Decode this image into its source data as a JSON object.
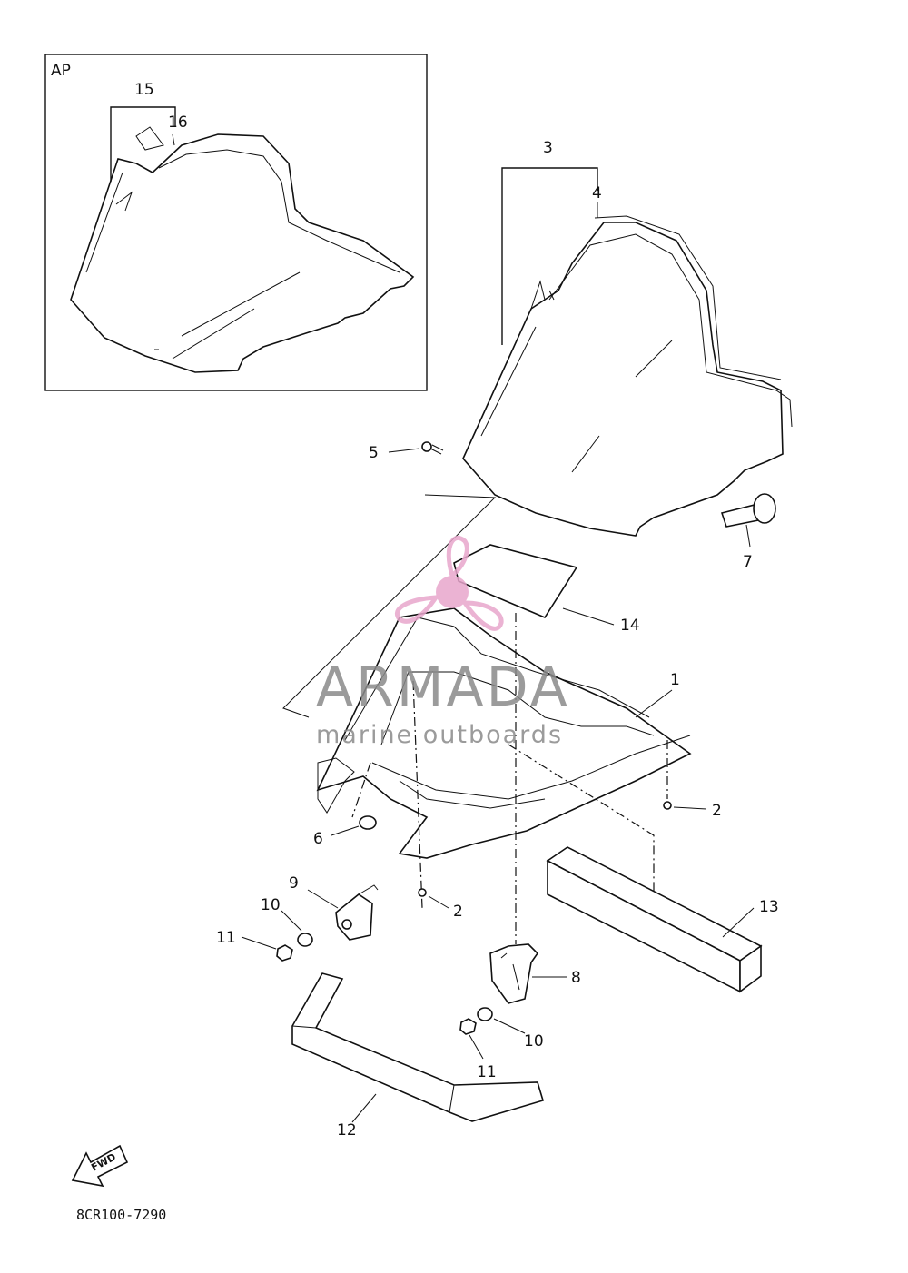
{
  "diagram": {
    "inset_label": "AP",
    "drawing_code": "8CR100-7290",
    "fwd_label": "FWD",
    "callouts": {
      "c1": "1",
      "c2a": "2",
      "c2b": "2",
      "c3": "3",
      "c4": "4",
      "c5": "5",
      "c6": "6",
      "c7": "7",
      "c8": "8",
      "c9": "9",
      "c10a": "10",
      "c10b": "10",
      "c11a": "11",
      "c11b": "11",
      "c12": "12",
      "c13": "13",
      "c14": "14",
      "c15": "15",
      "c16": "16"
    }
  },
  "watermark": {
    "brand": "ARMADA",
    "tagline": "marine outboards",
    "colors": {
      "logo": "#e8a6cc",
      "text": "#8a8a8a"
    }
  }
}
